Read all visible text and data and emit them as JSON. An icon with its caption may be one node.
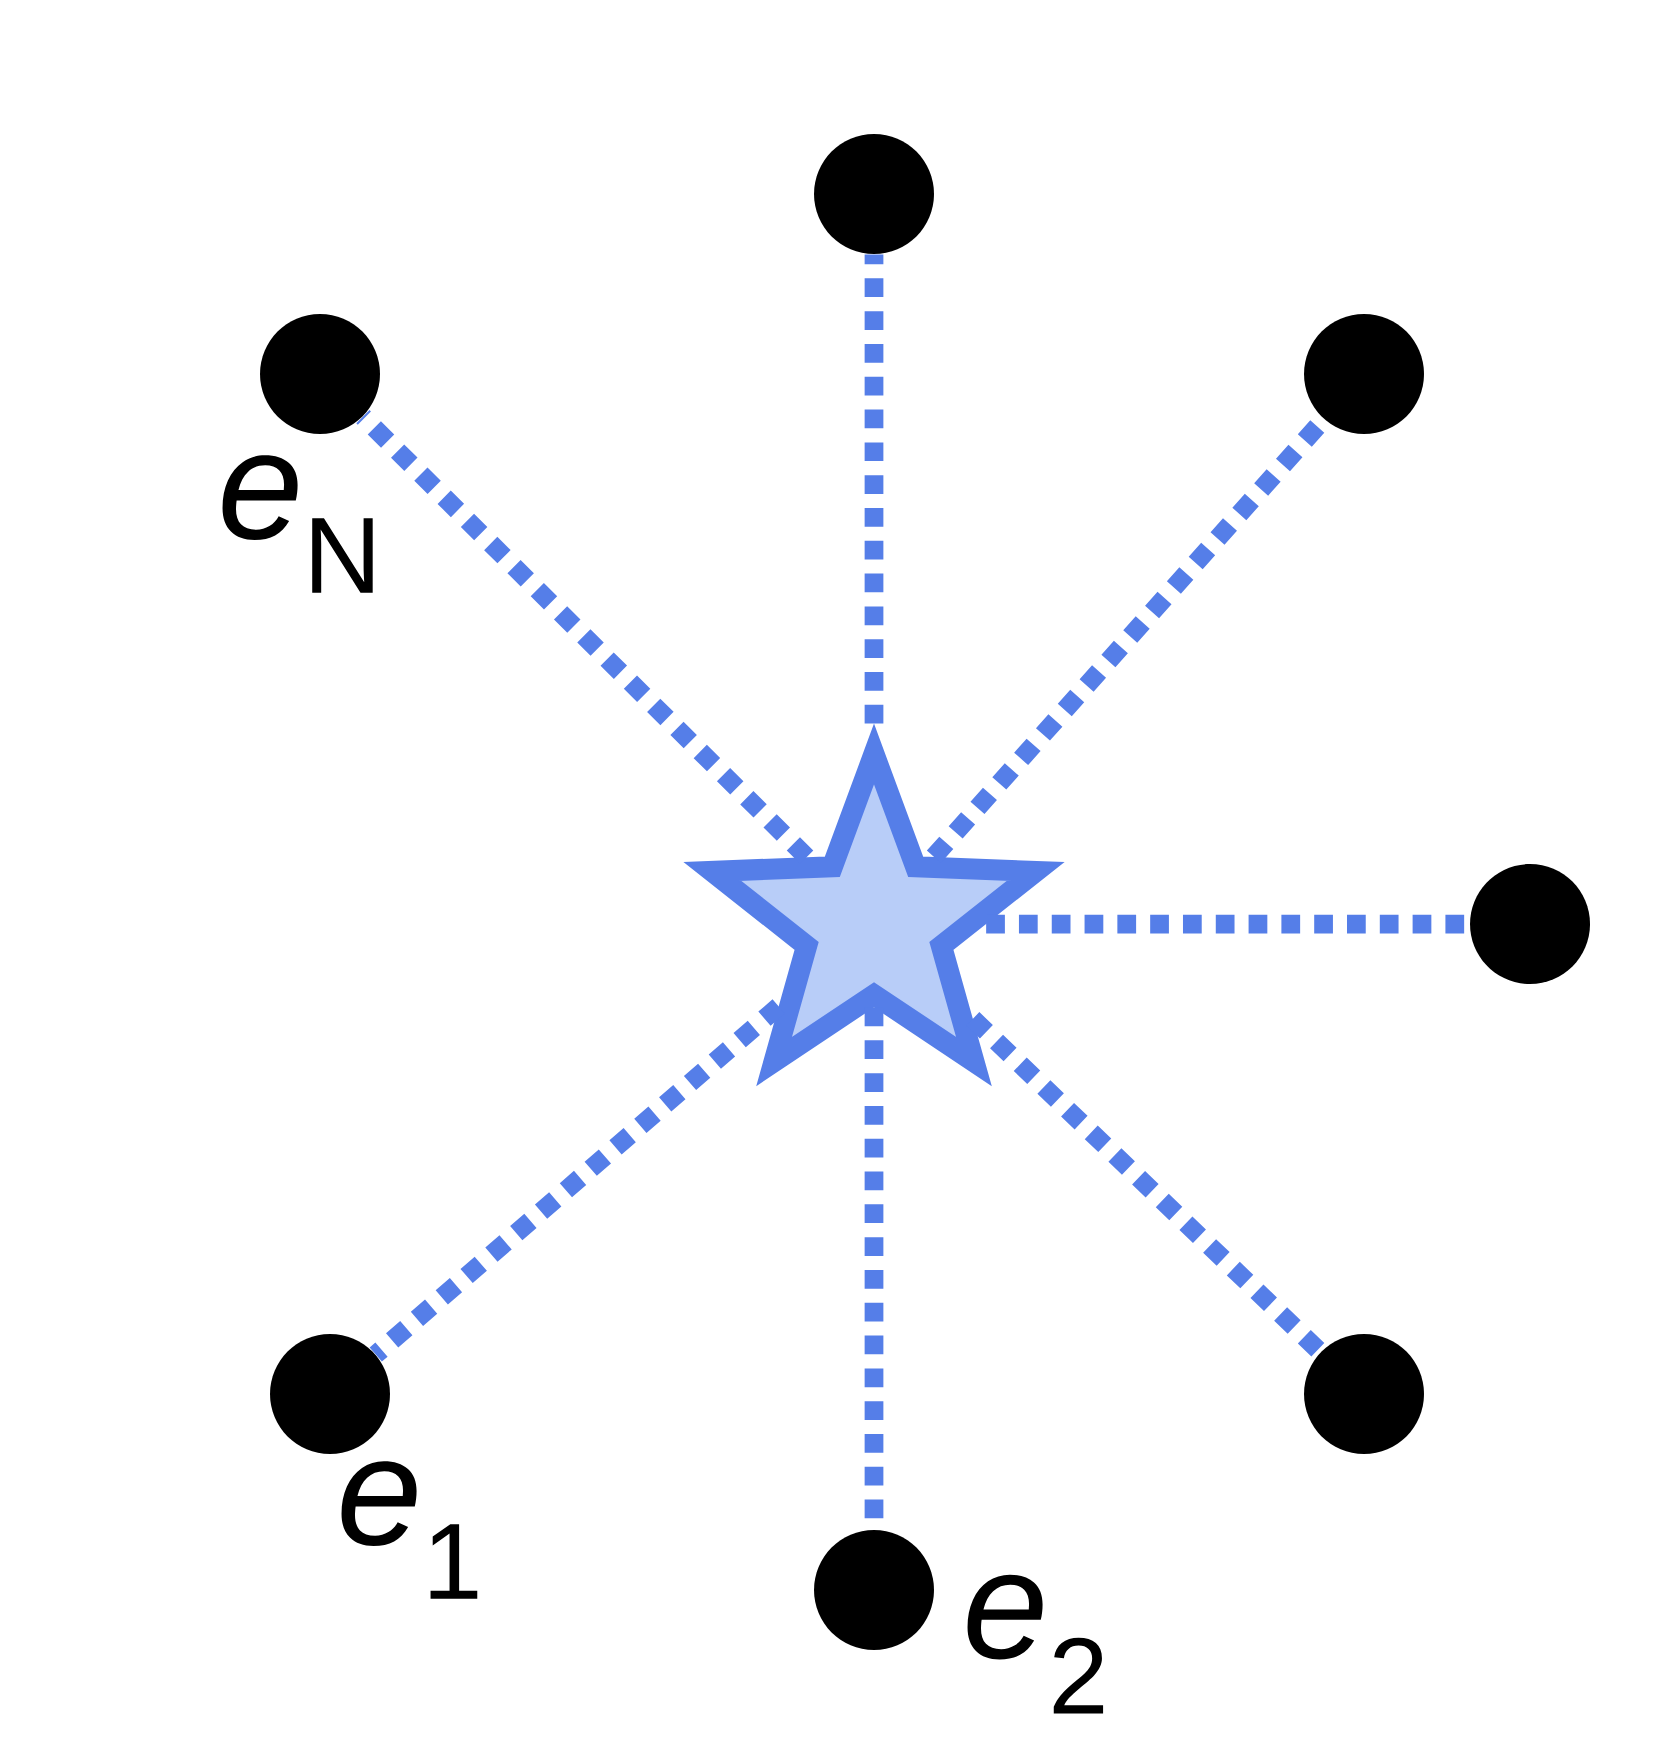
{
  "diagram": {
    "nodes": [
      {
        "text": [],
        "shape": "circle"
      },
      {
        "text": [],
        "shape": "circle",
        "beside": [
          "*e*$_{N}$"
        ]
      },
      {
        "text": [],
        "shape": "circle"
      },
      {
        "text": [],
        "shape": "star"
      },
      {
        "text": [],
        "shape": "circle"
      },
      {
        "text": [],
        "shape": "circle",
        "beside": [
          "*e*$_{1}$"
        ]
      },
      {
        "text": [],
        "shape": "circle"
      },
      {
        "text": [],
        "shape": "circle",
        "beside": [
          "*e*$_{2}$"
        ]
      }
    ],
    "edges": [
      {
        "from": 3,
        "to": 0,
        "arrow": "none"
      },
      {
        "from": 3,
        "to": 1,
        "arrow": "none"
      },
      {
        "from": 3,
        "to": 2,
        "arrow": "none"
      },
      {
        "from": 3,
        "to": 4,
        "arrow": "none"
      },
      {
        "from": 3,
        "to": 5,
        "arrow": "none"
      },
      {
        "from": 3,
        "to": 6,
        "arrow": "none"
      },
      {
        "from": 3,
        "to": 7,
        "arrow": "none"
      }
    ]
  }
}
